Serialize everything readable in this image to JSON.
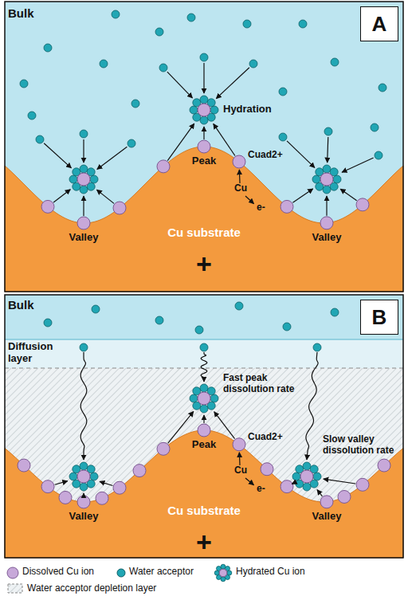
{
  "diagram": {
    "nodes": [
      {
        "text": [
          "A"
        ]
      },
      {
        "text": [
          "B"
        ]
      }
    ],
    "labels": [
      "Bulk",
      "Hydration",
      "Peak",
      "Cuad2+",
      "Cu",
      "e-",
      "Valley",
      "Valley",
      "Cu substrate",
      "+",
      "Bulk",
      "Diffusion layer",
      "Fast peak dissolution rate",
      "Peak",
      "Cuad2+",
      "Cu",
      "e-",
      "Slow valley dissolution rate",
      "Valley",
      "Valley",
      "Cu substrate",
      "+"
    ],
    "legend": [
      {
        "text": "Dissolved Cu ion",
        "color": "#c7a8d9"
      },
      {
        "text": "Water acceptor",
        "color": "#20a6b4"
      },
      {
        "text": "Hydrated Cu ion"
      },
      {
        "text": "Water acceptor depletion layer"
      }
    ]
  }
}
